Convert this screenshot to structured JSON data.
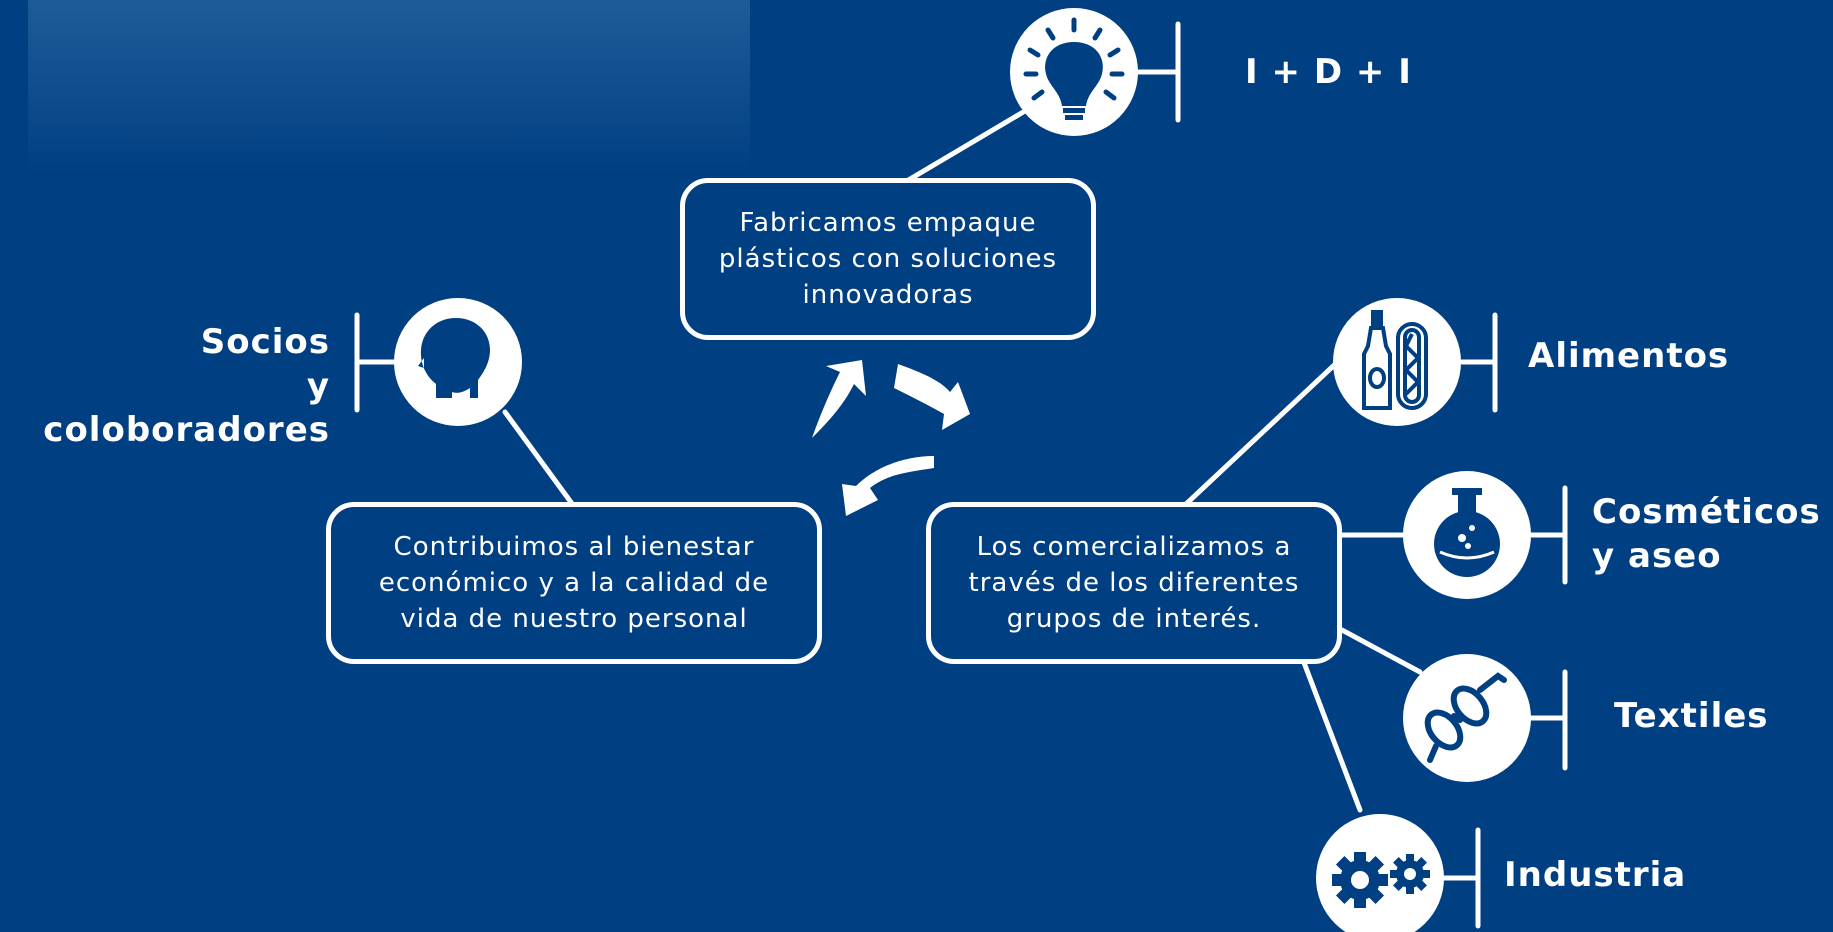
{
  "colors": {
    "background": "#003f82",
    "foreground": "#ffffff"
  },
  "boxes": {
    "fabricamos": "Fabricamos empaque plásticos con soluciones innovadoras",
    "contribuimos": "Contribuimos al bienestar económico y a la calidad de vida de nuestro personal",
    "comercializamos": "Los comercializamos a través de los diferentes grupos de interés."
  },
  "labels": {
    "idi": "I + D + I",
    "socios_line1": "Socios",
    "socios_line2": "y coloboradores",
    "alimentos": "Alimentos",
    "cosmeticos_line1": "Cosméticos",
    "cosmeticos_line2": "y aseo",
    "textiles": "Textiles",
    "industria": "Industria"
  },
  "icons": [
    "lightbulb-icon",
    "head-profile-icon",
    "bottle-hotdog-icon",
    "flask-icon",
    "eyeglasses-icon",
    "gears-icon",
    "recycle-arrows-icon"
  ]
}
